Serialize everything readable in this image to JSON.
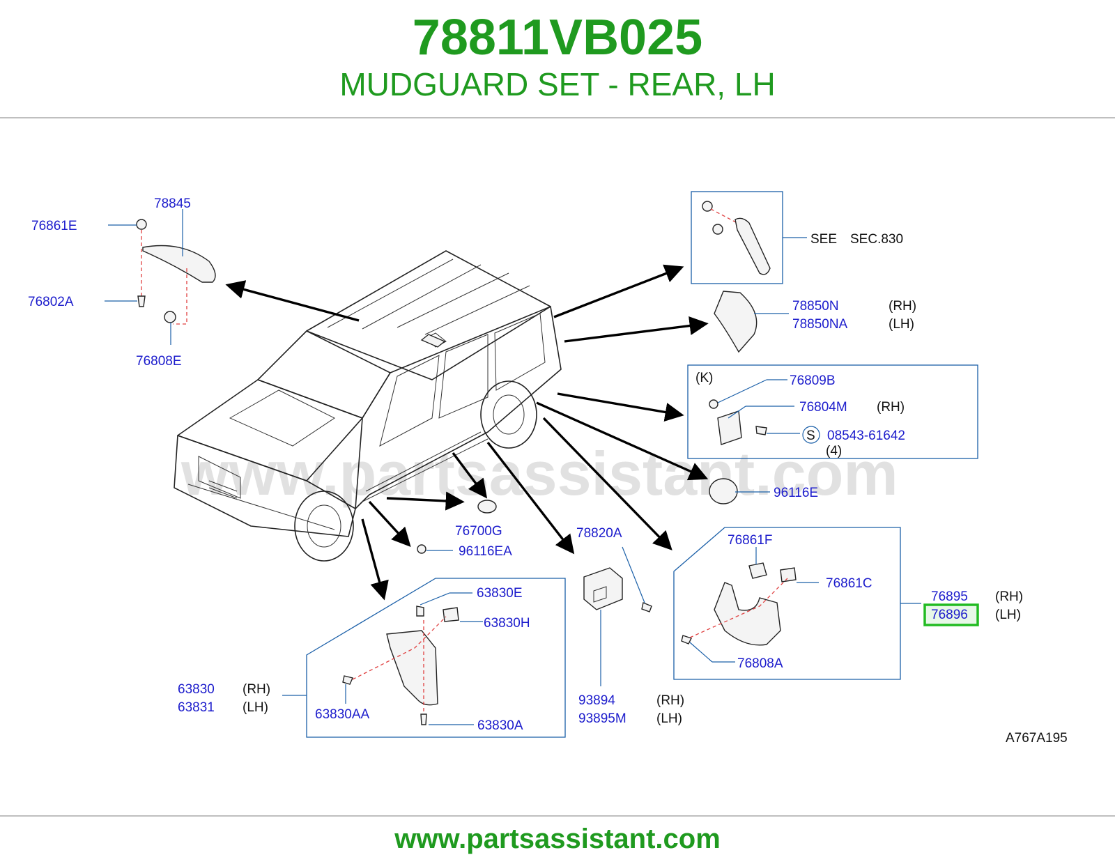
{
  "header": {
    "part_number": "78811VB025",
    "description": "MUDGUARD SET - REAR, LH"
  },
  "footer": {
    "website": "www.partsassistant.com"
  },
  "watermark": "www.partsassistant.com",
  "diagram_code": "A767A195",
  "highlight_color": "#22bb22",
  "brand_color": "#1f9a1f",
  "labels": {
    "p78845": "78845",
    "p76861E": "76861E",
    "p76802A": "76802A",
    "p76808E": "76808E",
    "see": "SEE",
    "sec830": "SEC.830",
    "p78850N": "78850N",
    "p78850N_side": "(RH)",
    "p78850NA": "78850NA",
    "p78850NA_side": "(LH)",
    "k": "(K)",
    "p76809B": "76809B",
    "p76804M": "76804M",
    "p76804M_side": "(RH)",
    "s": "S",
    "p08543": "08543-61642",
    "qty4": "(4)",
    "p96116E": "96116E",
    "p76700G": "76700G",
    "p96116EA": "96116EA",
    "p78820A": "78820A",
    "p76861F": "76861F",
    "p76861C": "76861C",
    "p76895": "76895",
    "p76895_side": "(RH)",
    "p76896": "76896",
    "p76896_side": "(LH)",
    "p76808A": "76808A",
    "p63830E": "63830E",
    "p63830H": "63830H",
    "p63830": "63830",
    "p63830_side": "(RH)",
    "p63831": "63831",
    "p63831_side": "(LH)",
    "p63830AA": "63830AA",
    "p63830A": "63830A",
    "p93894": "93894",
    "p93894_side": "(RH)",
    "p93895M": "93895M",
    "p93895M_side": "(LH)"
  }
}
